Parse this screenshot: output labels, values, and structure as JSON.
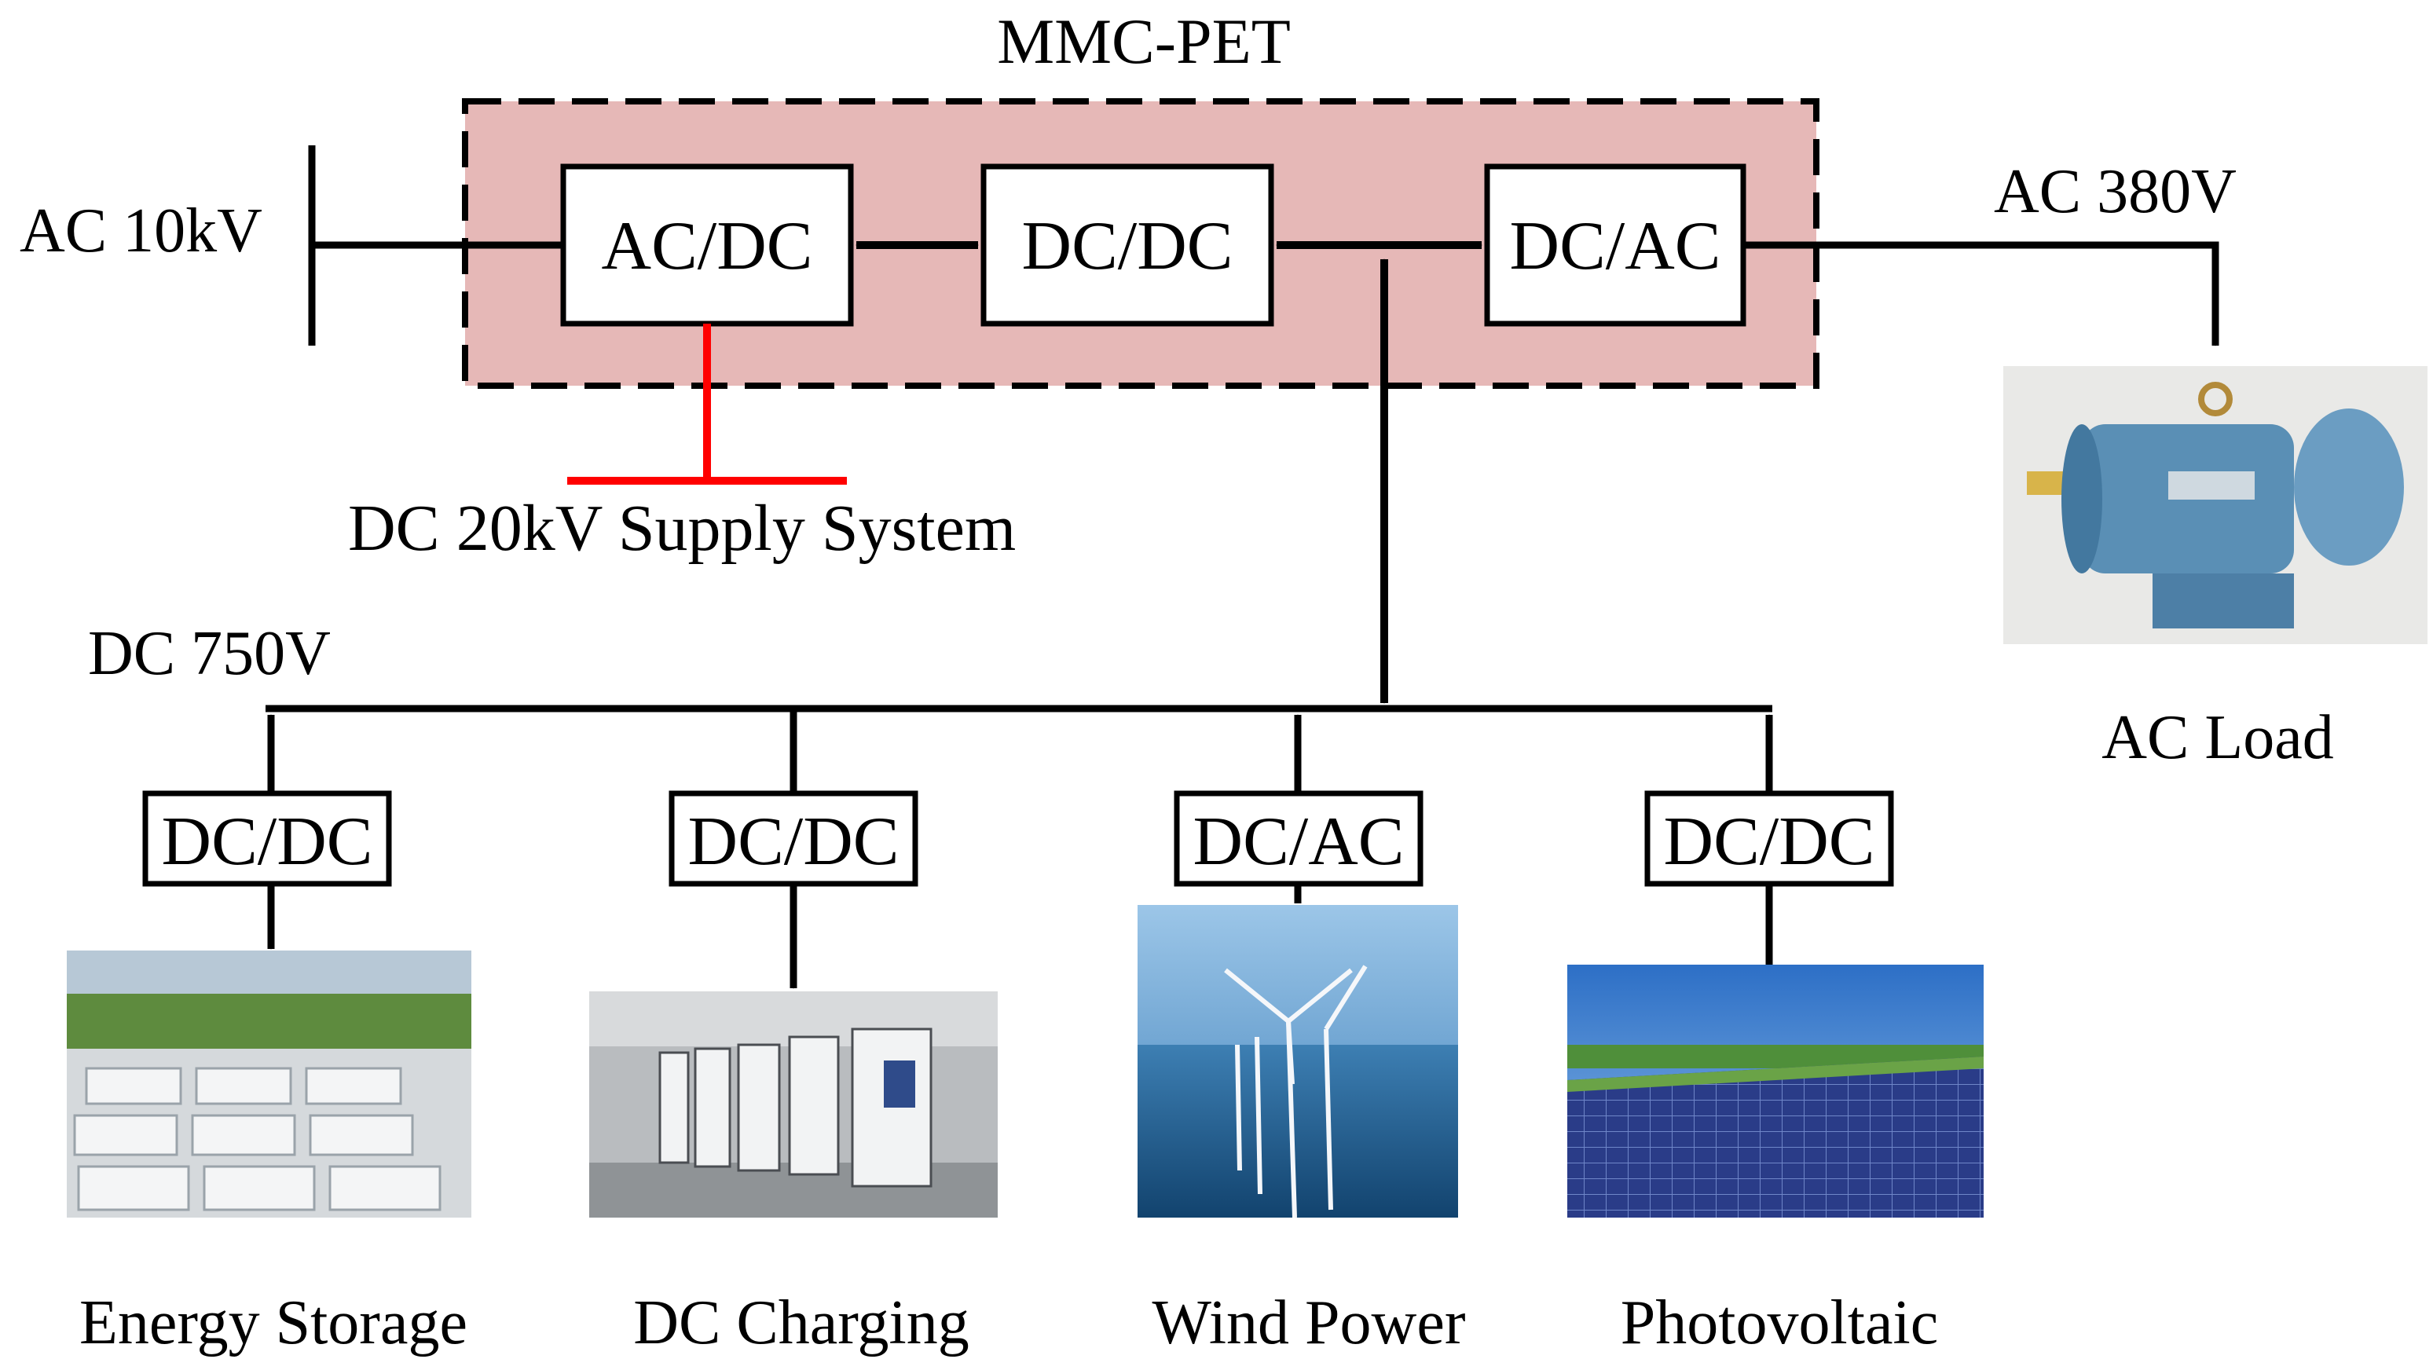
{
  "diagram": {
    "mmc_title": "MMC-PET",
    "ac_source": "AC 10kV",
    "ac_output": "AC 380V",
    "dc_supply": "DC 20kV Supply System",
    "dc_bus": "DC 750V",
    "top_converters": [
      "AC/DC",
      "DC/DC",
      "DC/AC"
    ],
    "bottom_converters": [
      "DC/DC",
      "DC/DC",
      "DC/AC",
      "DC/DC"
    ],
    "loads": [
      "Energy Storage",
      "DC Charging",
      "Wind Power",
      "Photovoltaic"
    ],
    "ac_load": "AC Load"
  },
  "colors": {
    "mmc_fill": "#e6b8b7",
    "dc_supply_line": "#ff0000",
    "line": "#000000"
  },
  "icons": {
    "ac_load": "electric-motor-photo",
    "energy_storage": "battery-storage-photo",
    "dc_charging": "ev-charger-photo",
    "wind_power": "wind-turbine-photo",
    "photovoltaic": "solar-panel-photo"
  }
}
